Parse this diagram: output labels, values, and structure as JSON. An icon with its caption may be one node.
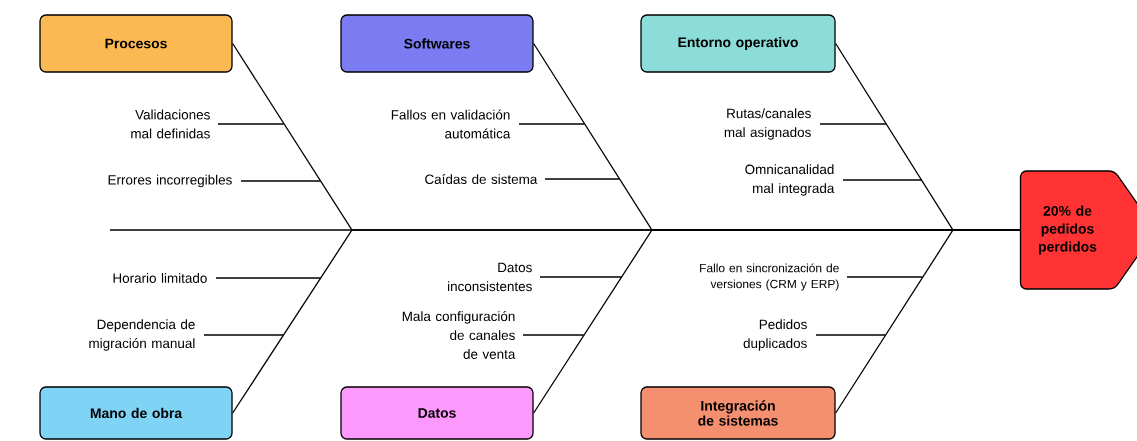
{
  "diagram": {
    "nodes": [
      {
        "text": [
          "Procesos"
        ]
      },
      {
        "text": [
          "Softwares"
        ]
      },
      {
        "text": [
          "Entorno operativo"
        ]
      },
      {
        "text": [
          "Mano de obra"
        ]
      },
      {
        "text": [
          "Datos"
        ]
      },
      {
        "text": [
          "Integración de sistemas"
        ]
      },
      {
        "text": [
          "20% de pedidos perdidos"
        ]
      },
      {
        "text": [
          "Validaciones mal definidas"
        ]
      },
      {
        "text": [
          "Errores incorregibles"
        ]
      },
      {
        "text": [
          "Fallos en validación automática"
        ]
      },
      {
        "text": [
          "Caídas de sistema"
        ]
      },
      {
        "text": [
          "Rutas/canales mal asignados"
        ]
      },
      {
        "text": [
          "Omnicanalidad mal integrada"
        ]
      },
      {
        "text": [
          "Horario limitado"
        ]
      },
      {
        "text": [
          "Dependencia de migración manual"
        ]
      },
      {
        "text": [
          "Datos inconsistentes"
        ]
      },
      {
        "text": [
          "Mala configuración de canales de venta"
        ]
      },
      {
        "text": [
          "Fallo en sincronización de versiones (CRM y ERP)"
        ]
      },
      {
        "text": [
          "Pedidos duplicados"
        ]
      }
    ],
    "edges": [
      {
        "from": 0,
        "to": 6,
        "arrow": "none"
      },
      {
        "from": 1,
        "to": 6,
        "arrow": "none"
      },
      {
        "from": 2,
        "to": 6,
        "arrow": "none"
      },
      {
        "from": 3,
        "to": 6,
        "arrow": "none"
      },
      {
        "from": 4,
        "to": 6,
        "arrow": "none"
      },
      {
        "from": 5,
        "to": 6,
        "arrow": "none"
      },
      {
        "from": 7,
        "to": null,
        "arrow": "none"
      },
      {
        "from": 8,
        "to": null,
        "arrow": "none"
      },
      {
        "from": 9,
        "to": null,
        "arrow": "none"
      },
      {
        "from": 10,
        "to": null,
        "arrow": "none"
      },
      {
        "from": 11,
        "to": null,
        "arrow": "none"
      },
      {
        "from": 12,
        "to": null,
        "arrow": "none"
      },
      {
        "from": 13,
        "to": null,
        "arrow": "none"
      },
      {
        "from": 14,
        "to": null,
        "arrow": "none"
      },
      {
        "from": 15,
        "to": null,
        "arrow": "none"
      },
      {
        "from": 16,
        "to": null,
        "arrow": "none"
      },
      {
        "from": 17,
        "to": null,
        "arrow": "none"
      },
      {
        "from": 18,
        "to": null,
        "arrow": "none"
      }
    ]
  }
}
